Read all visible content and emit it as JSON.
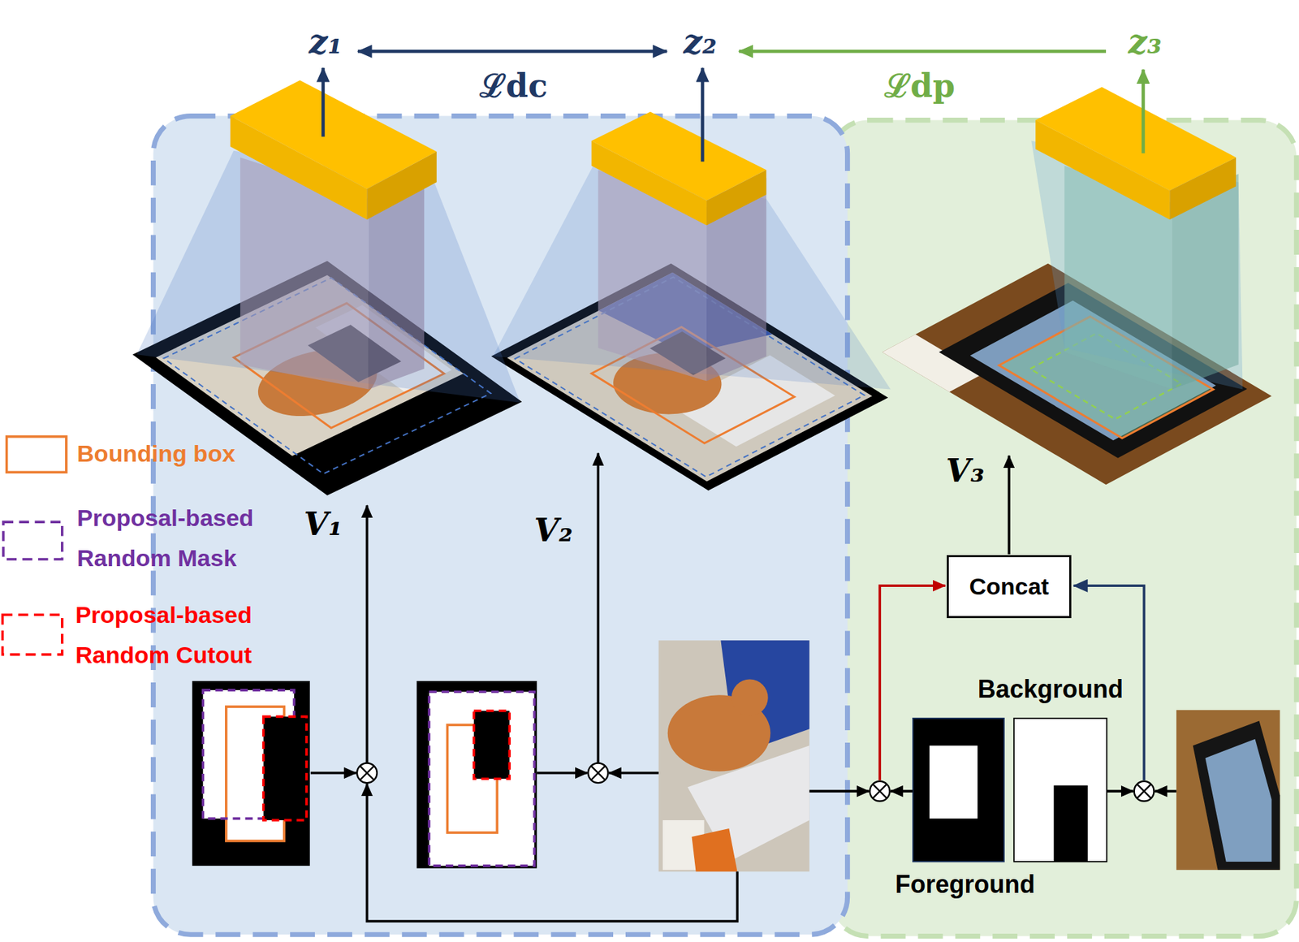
{
  "diagram": {
    "nodes": [
      {
        "text": [
          "Concat"
        ]
      }
    ],
    "labels": [
      "z₁",
      "z₂",
      "z₃",
      "ℒdc",
      "ℒdp",
      "V₁",
      "V₂",
      "V₃",
      "Background",
      "Foreground"
    ],
    "legend": [
      {
        "text": "Bounding box"
      },
      {
        "text": "Proposal-based Random Mask"
      },
      {
        "text": "Proposal-based Random Cutout"
      }
    ]
  }
}
